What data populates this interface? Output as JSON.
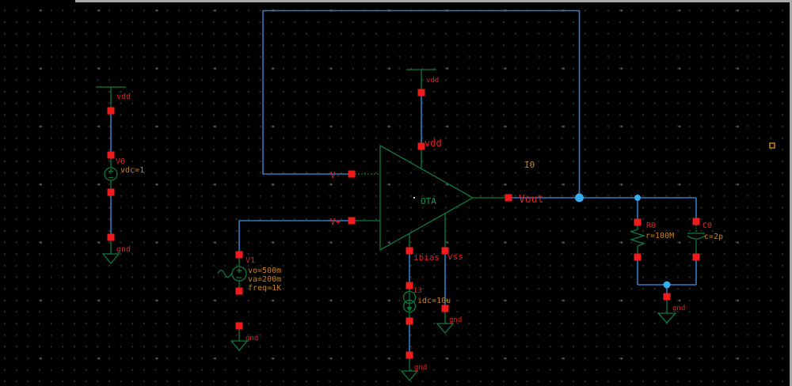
{
  "app": {
    "view": "schematic-canvas"
  },
  "colors": {
    "background": "#000000",
    "wire": "#2e7cc3",
    "junction": "#38acf0",
    "symbol": "#0c7a3e",
    "pin": "#f21b1b",
    "label_red": "#e02222",
    "label_param": "#c9821f",
    "window_border": "#a9a9a9"
  },
  "schematic": {
    "rails": {
      "left": "vdd",
      "top": "vdd"
    },
    "grounds": {
      "left": "gnd",
      "v1": "gnd",
      "ibias": "gnd",
      "vss": "gnd",
      "rc": "gnd"
    },
    "nets": {
      "vout": "Vout"
    },
    "instances": {
      "V0": {
        "name": "V0",
        "param": "vdc=1"
      },
      "V1": {
        "name": "V1",
        "vo": "vo=500m",
        "va": "va=200m",
        "freq": "freq=1K"
      },
      "I0": {
        "name": "I0",
        "cell": "OTA",
        "pins": {
          "vdd": "vdd",
          "vminus": "V-",
          "vplus": "V+",
          "ibias": "ibias",
          "vss": "vss"
        }
      },
      "I3": {
        "name": "I3",
        "param": "idc=10u"
      },
      "R0": {
        "name": "R0",
        "param": "r=100M"
      },
      "C0": {
        "name": "C0",
        "param": "c=2p"
      }
    }
  }
}
